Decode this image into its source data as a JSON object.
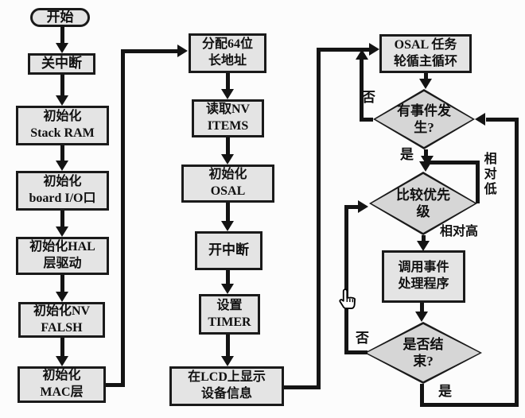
{
  "diagram": {
    "type": "flowchart",
    "language": "zh-CN",
    "colors": {
      "background": "#fcfcfc",
      "process_fill": "#e4e4e4",
      "decision_fill": "#d6d6d6",
      "stroke": "#1a1a1a",
      "text": "#101010"
    },
    "nodes": {
      "start": {
        "shape": "terminator",
        "label": "开始"
      },
      "disable_interrupts": {
        "shape": "process",
        "label": "关中断"
      },
      "init_stack_ram": {
        "shape": "process",
        "label": "初始化\nStack RAM"
      },
      "init_board_io": {
        "shape": "process",
        "label": "初始化\nboard I/O口"
      },
      "init_hal": {
        "shape": "process",
        "label": "初始化HAL\n层驱动"
      },
      "init_nv_flash": {
        "shape": "process",
        "label": "初始化NV\nFALSH"
      },
      "init_mac": {
        "shape": "process",
        "label": "初始化\nMAC层"
      },
      "assign_addr": {
        "shape": "process",
        "label": "分配64位\n长地址"
      },
      "read_nv_items": {
        "shape": "process",
        "label": "读取NV\nITEMS"
      },
      "init_osal": {
        "shape": "process",
        "label": "初始化\nOSAL"
      },
      "enable_interrupts": {
        "shape": "process",
        "label": "开中断"
      },
      "set_timer": {
        "shape": "process",
        "label": "设置\nTIMER"
      },
      "lcd_display": {
        "shape": "process",
        "label": "在LCD上显示\n设备信息"
      },
      "osal_main_loop": {
        "shape": "process",
        "label": "OSAL 任务\n轮循主循环"
      },
      "event_occurred": {
        "shape": "decision",
        "label": "有事件发\n生?"
      },
      "compare_priority": {
        "shape": "decision",
        "label": "比较优先\n级"
      },
      "call_handler": {
        "shape": "process",
        "label": "调用事件\n处理程序"
      },
      "is_finished": {
        "shape": "decision",
        "label": "是否结\n束?"
      }
    },
    "edge_labels": {
      "event_no": "否",
      "event_yes": "是",
      "priority_low": "相对低",
      "priority_high": "相对高",
      "finish_no": "否",
      "finish_yes": "是"
    },
    "edges": [
      {
        "from": "start",
        "to": "disable_interrupts",
        "label": ""
      },
      {
        "from": "disable_interrupts",
        "to": "init_stack_ram",
        "label": ""
      },
      {
        "from": "init_stack_ram",
        "to": "init_board_io",
        "label": ""
      },
      {
        "from": "init_board_io",
        "to": "init_hal",
        "label": ""
      },
      {
        "from": "init_hal",
        "to": "init_nv_flash",
        "label": ""
      },
      {
        "from": "init_nv_flash",
        "to": "init_mac",
        "label": ""
      },
      {
        "from": "init_mac",
        "to": "assign_addr",
        "label": ""
      },
      {
        "from": "assign_addr",
        "to": "read_nv_items",
        "label": ""
      },
      {
        "from": "read_nv_items",
        "to": "init_osal",
        "label": ""
      },
      {
        "from": "init_osal",
        "to": "enable_interrupts",
        "label": ""
      },
      {
        "from": "enable_interrupts",
        "to": "set_timer",
        "label": ""
      },
      {
        "from": "set_timer",
        "to": "lcd_display",
        "label": ""
      },
      {
        "from": "lcd_display",
        "to": "osal_main_loop",
        "label": ""
      },
      {
        "from": "osal_main_loop",
        "to": "event_occurred",
        "label": ""
      },
      {
        "from": "event_occurred",
        "to": "osal_main_loop",
        "label": "否"
      },
      {
        "from": "event_occurred",
        "to": "compare_priority",
        "label": "是"
      },
      {
        "from": "compare_priority",
        "to": "compare_priority",
        "label": "相对低"
      },
      {
        "from": "compare_priority",
        "to": "call_handler",
        "label": "相对高"
      },
      {
        "from": "call_handler",
        "to": "is_finished",
        "label": ""
      },
      {
        "from": "is_finished",
        "to": "compare_priority",
        "label": "否"
      },
      {
        "from": "is_finished",
        "to": "event_occurred",
        "label": "是"
      }
    ],
    "cursor": {
      "type": "hand"
    }
  }
}
